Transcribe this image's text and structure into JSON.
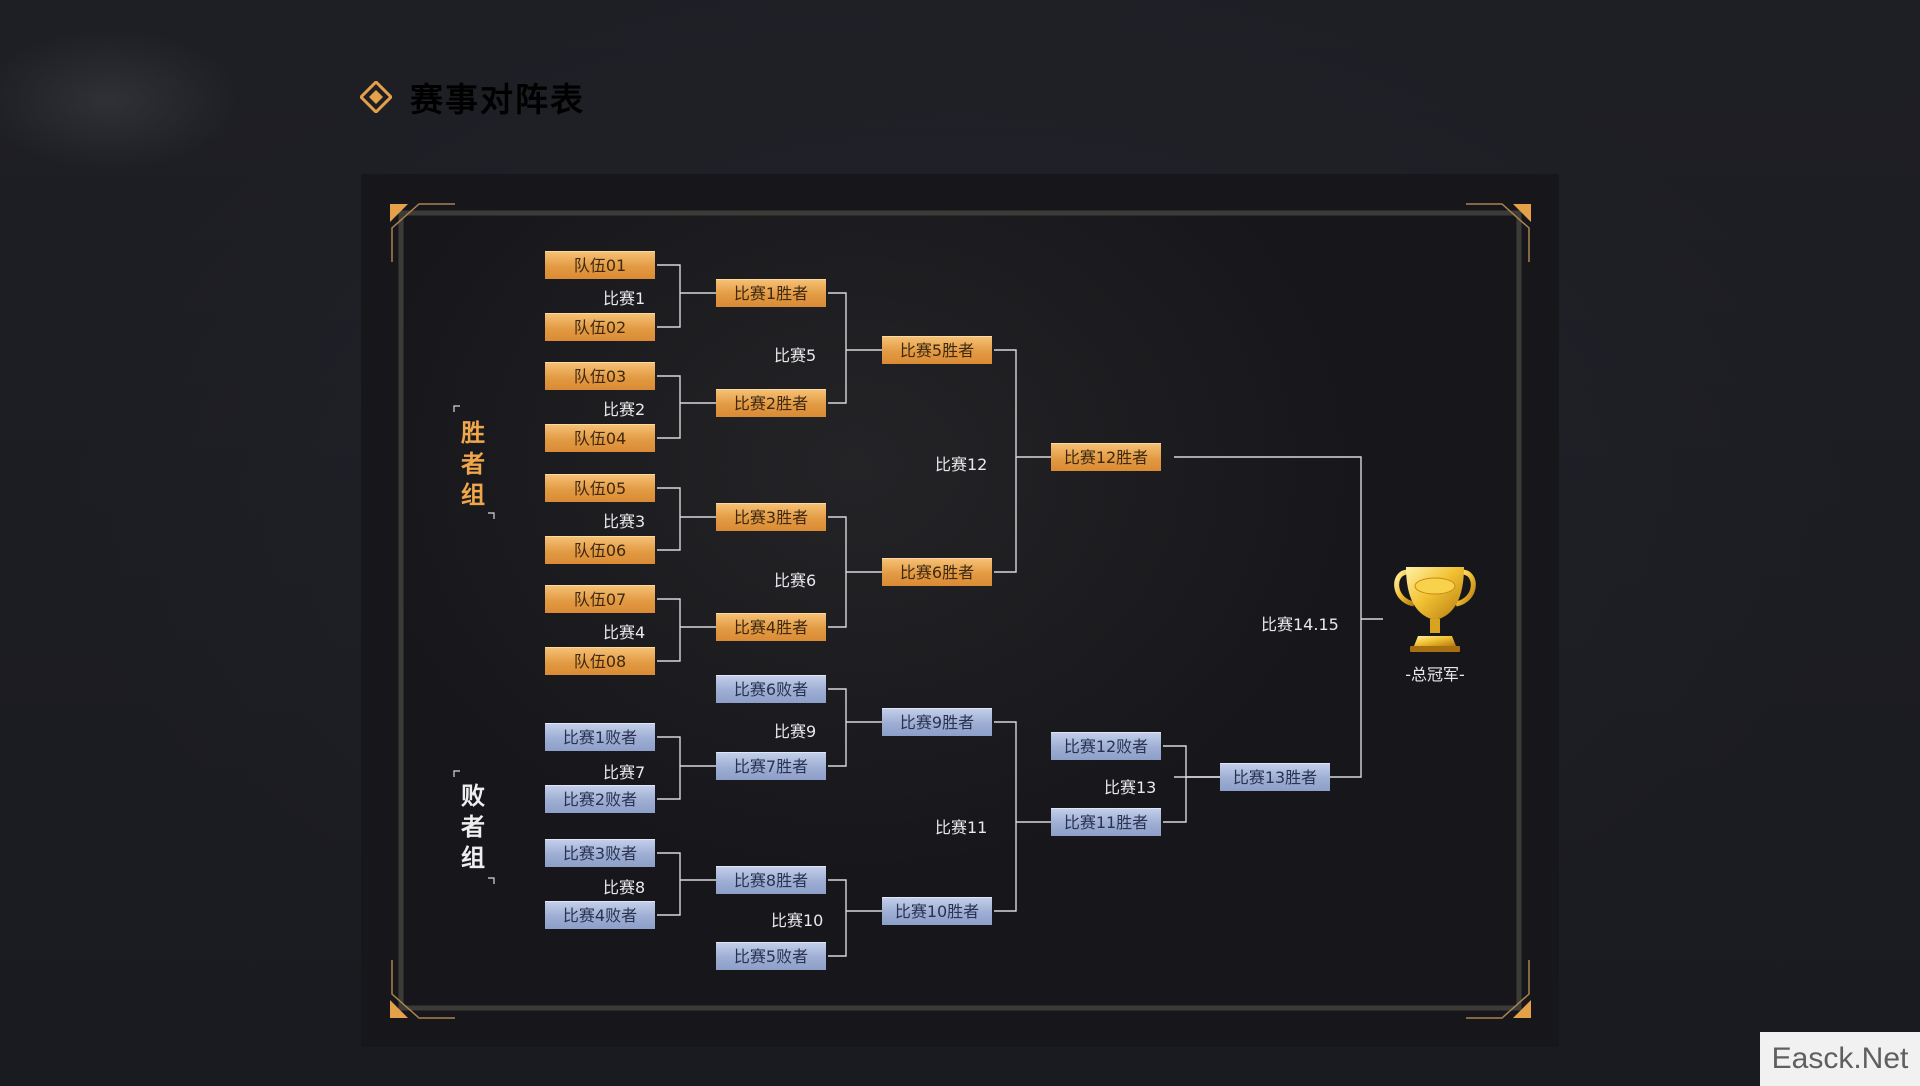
{
  "title": "赛事对阵表",
  "colors": {
    "gold": "#e5a04a",
    "gold_light": "#f5c074",
    "silver_blue": "#a3b3d8",
    "line": "#d8d8dc",
    "background": "#1b1c21"
  },
  "groups": {
    "winners": "胜者组",
    "losers": "败者组"
  },
  "winners_bracket": {
    "teams": [
      "队伍01",
      "队伍02",
      "队伍03",
      "队伍04",
      "队伍05",
      "队伍06",
      "队伍07",
      "队伍08"
    ],
    "round1_labels": [
      "比赛1",
      "比赛2",
      "比赛3",
      "比赛4"
    ],
    "round1_winners": [
      "比赛1胜者",
      "比赛2胜者",
      "比赛3胜者",
      "比赛4胜者"
    ],
    "round2_labels": [
      "比赛5",
      "比赛6"
    ],
    "round2_winners": [
      "比赛5胜者",
      "比赛6胜者"
    ],
    "final_label": "比赛12",
    "final_winner": "比赛12胜者"
  },
  "losers_bracket": {
    "losers_in": [
      "比赛1败者",
      "比赛2败者",
      "比赛3败者",
      "比赛4败者"
    ],
    "round1_labels": [
      "比赛7",
      "比赛8"
    ],
    "round2_boxes": [
      "比赛6败者",
      "比赛7胜者",
      "比赛8胜者",
      "比赛5败者"
    ],
    "round2_labels": [
      "比赛9",
      "比赛10"
    ],
    "round2_winners": [
      "比赛9胜者",
      "比赛10胜者"
    ],
    "round3_label": "比赛11",
    "round4_boxes": [
      "比赛12败者",
      "比赛11胜者"
    ],
    "round4_label": "比赛13",
    "round4_winner": "比赛13胜者"
  },
  "grand_final": {
    "label": "比赛14.15",
    "champion": "-总冠军-",
    "trophy_icon": "trophy-icon"
  },
  "watermark": "Easck.Net"
}
